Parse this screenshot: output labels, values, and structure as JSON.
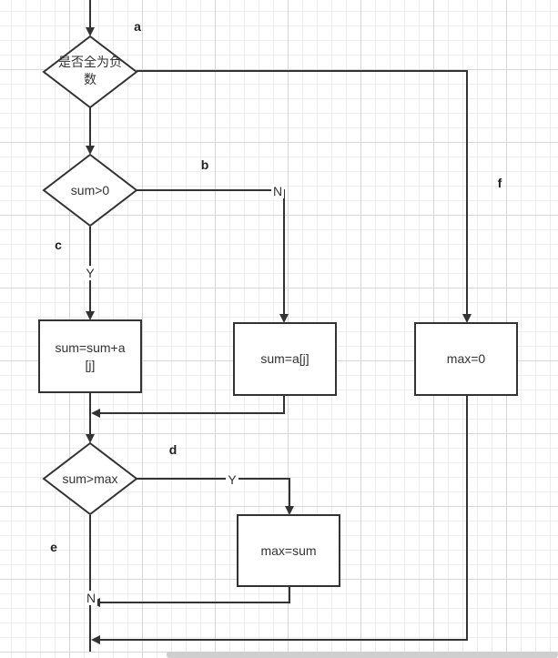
{
  "nodes": {
    "all_negative": {
      "line1": "是否全为负",
      "line2": "数"
    },
    "sum_gt_0": "sum>0",
    "sum_add": {
      "line1": "sum=sum+a",
      "line2": "[j]"
    },
    "sum_assign": "sum=a[j]",
    "max_zero": "max=0",
    "sum_gt_max": "sum>max",
    "max_assign": "max=sum"
  },
  "edge_labels": {
    "sum_gt_0_no": "N",
    "sum_gt_0_yes": "Y",
    "sum_gt_max_yes": "Y",
    "sum_gt_max_no": "N"
  },
  "path_marks": {
    "a": "a",
    "b": "b",
    "c": "c",
    "d": "d",
    "e": "e",
    "f": "f"
  }
}
